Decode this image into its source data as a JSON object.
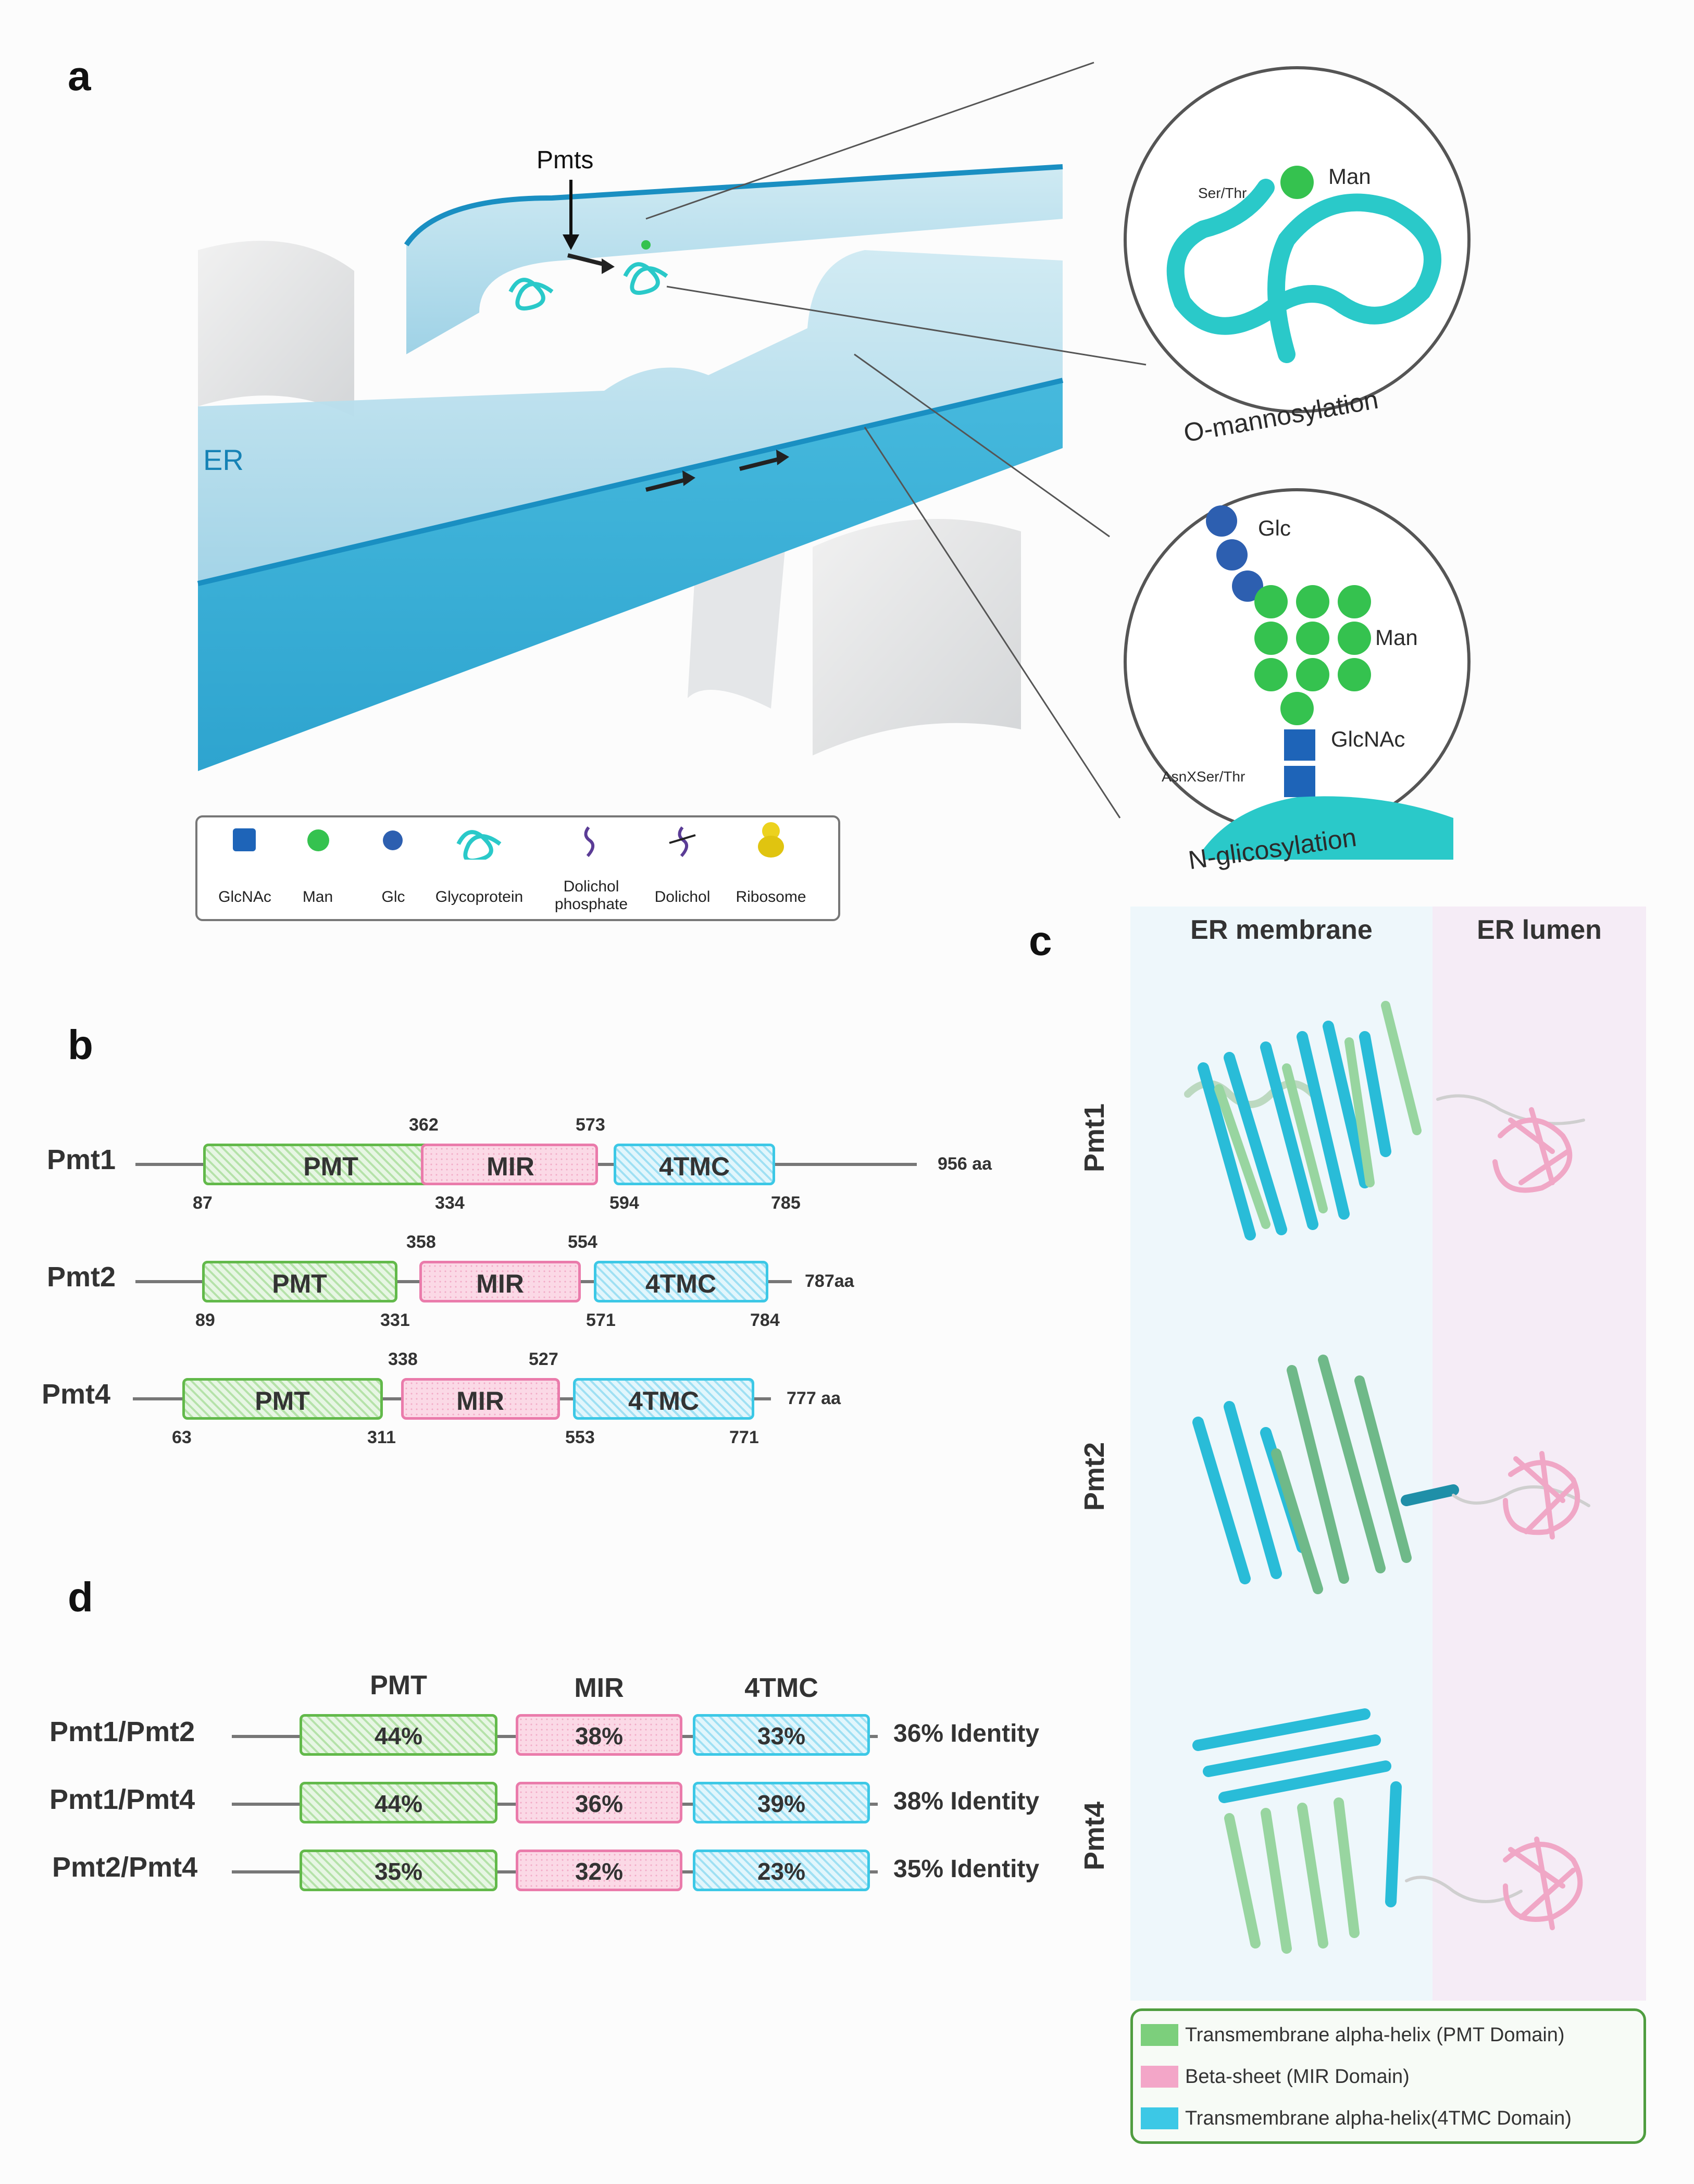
{
  "panels": {
    "a": "a",
    "b": "b",
    "c": "c",
    "d": "d"
  },
  "panel_a": {
    "pmts_label": "Pmts",
    "er_label": "ER",
    "o_mann": {
      "title": "O-mannosylation",
      "residue": "Ser/Thr",
      "sugar": "Man"
    },
    "n_glyc": {
      "title": "N-glicosylation",
      "glc": "Glc",
      "man": "Man",
      "glcnac": "GlcNAc",
      "residue": "AsnXSer/Thr"
    },
    "legend": [
      {
        "icon": "glcnac-icon",
        "label": "GlcNAc",
        "label2": ""
      },
      {
        "icon": "man-icon",
        "label": "Man",
        "label2": ""
      },
      {
        "icon": "glc-icon",
        "label": "Glc",
        "label2": ""
      },
      {
        "icon": "glycoprotein-icon",
        "label": "Glycoprotein",
        "label2": ""
      },
      {
        "icon": "dolichol-phosphate-icon",
        "label": "Dolichol",
        "label2": "phosphate"
      },
      {
        "icon": "dolichol-icon",
        "label": "Dolichol",
        "label2": ""
      },
      {
        "icon": "ribosome-icon",
        "label": "Ribosome",
        "label2": ""
      }
    ],
    "colors": {
      "er": "#3fb4d8",
      "man": "#35c24f",
      "glcnac": "#1e64b8",
      "glc": "#2d5fb0",
      "glycoprotein": "#2ac9c9",
      "dolichol": "#5b3c96",
      "ribosome": "#ecd21e"
    }
  },
  "panel_b": {
    "proteins": [
      {
        "name": "Pmt1",
        "length": "956 aa",
        "pmt": {
          "label": "PMT",
          "start": "87",
          "end": "334"
        },
        "mir": {
          "label": "MIR",
          "start": "362",
          "end": "573"
        },
        "tmc": {
          "label": "4TMC",
          "start": "594",
          "end": "785"
        }
      },
      {
        "name": "Pmt2",
        "length": "787aa",
        "pmt": {
          "label": "PMT",
          "start": "89",
          "end": "331"
        },
        "mir": {
          "label": "MIR",
          "start": "358",
          "end": "554"
        },
        "tmc": {
          "label": "4TMC",
          "start": "571",
          "end": "784"
        }
      },
      {
        "name": "Pmt4",
        "length": "777 aa",
        "pmt": {
          "label": "PMT",
          "start": "63",
          "end": "311"
        },
        "mir": {
          "label": "MIR",
          "start": "338",
          "end": "527"
        },
        "tmc": {
          "label": "4TMC",
          "start": "553",
          "end": "771"
        }
      }
    ]
  },
  "panel_c": {
    "membrane_label": "ER membrane",
    "lumen_label": "ER lumen",
    "structures": [
      "Pmt1",
      "Pmt2",
      "Pmt4"
    ],
    "legend": [
      {
        "color": "#7ccf7c",
        "label": "Transmembrane alpha-helix (PMT Domain)"
      },
      {
        "color": "#f3a6c8",
        "label": "Beta-sheet (MIR Domain)"
      },
      {
        "color": "#3cc8e6",
        "label": "Transmembrane alpha-helix(4TMC Domain)"
      }
    ]
  },
  "panel_d": {
    "headers": {
      "pmt": "PMT",
      "mir": "MIR",
      "tmc": "4TMC"
    },
    "rows": [
      {
        "pair": "Pmt1/Pmt2",
        "pmt": "44%",
        "mir": "38%",
        "tmc": "33%",
        "identity": "36% Identity"
      },
      {
        "pair": "Pmt1/Pmt4",
        "pmt": "44%",
        "mir": "36%",
        "tmc": "39%",
        "identity": "38% Identity"
      },
      {
        "pair": "Pmt2/Pmt4",
        "pmt": "35%",
        "mir": "32%",
        "tmc": "23%",
        "identity": "35% Identity"
      }
    ]
  }
}
